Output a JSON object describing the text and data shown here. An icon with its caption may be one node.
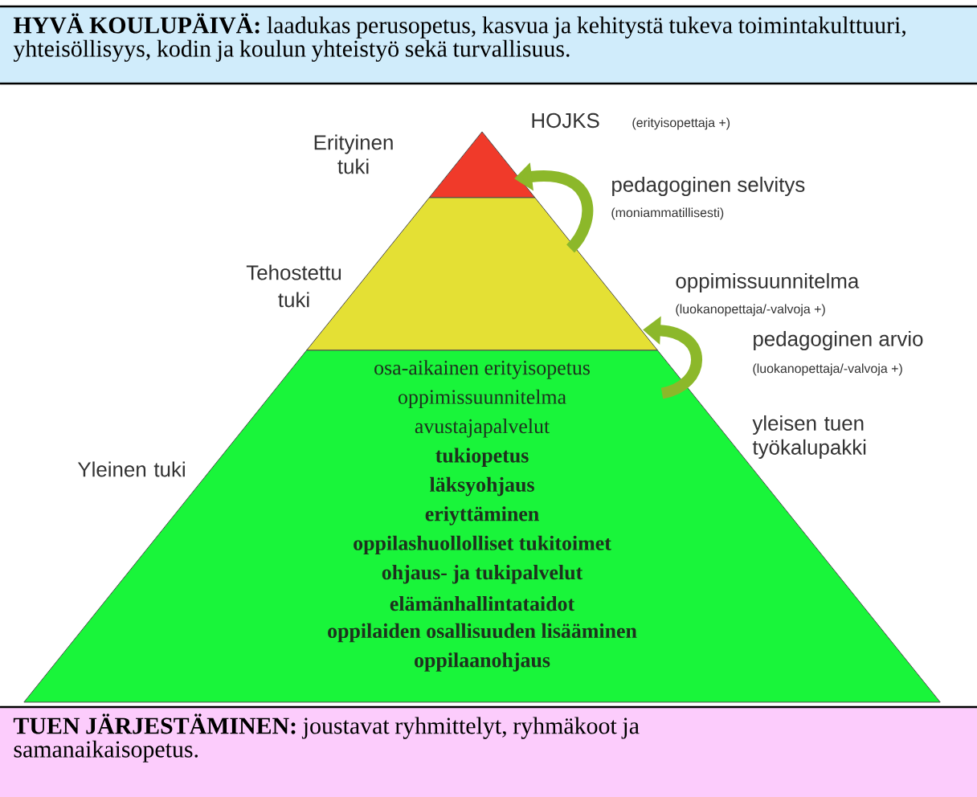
{
  "diagram": {
    "nodes": [
      {
        "text": [
          "**HYVÄ KOULUPÄIVÄ:** laadukas perusopetus, kasvua ja kehitystä tukeva toimintakulttuuri, yhteisöllisyys, kodin ja koulun yhteistyö sekä turvallisuus."
        ]
      },
      {
        "text": [],
        "shape": "triangle"
      },
      {
        "text": [],
        "shape": "trapezoid",
        "beside": [
          "Tehostettu tuki"
        ]
      },
      {
        "text": [
          "osa-aikainen erityisopetus",
          "oppimissuunnitelma",
          "avustajapalvelut",
          "tukiopetus",
          "läksyohjaus",
          "eriyttäminen",
          "oppilashuollolliset tukitoimet",
          "ohjaus- ja tukipalvelut",
          "elämänhallintataidot",
          "oppilaiden osallisuuden lisääminen",
          "oppilaanohjaus"
        ],
        "beside": [
          "Yleinen tuki"
        ]
      },
      {
        "text": [
          "**TUEN JÄRJESTÄMINEN:** joustavat ryhmittelyt, ryhmäkoot ja samanaikaisopetus."
        ]
      }
    ],
    "edges": [
      {
        "from": 2,
        "to": 1,
        "arrow": "to"
      },
      {
        "from": 3,
        "to": 2,
        "arrow": "to"
      }
    ],
    "labels": [
      "Erityinen tuki",
      "HOJKS",
      "(erityisopettaja +)",
      "pedagoginen selvitys",
      "(moniammatillisesti)",
      "oppimissuunnitelma",
      "(luokanopettaja/-valvoja +)",
      "pedagoginen arvio",
      "(luokanopettaja/-valvoja +)",
      "yleisen tuen työkalupakki"
    ]
  }
}
